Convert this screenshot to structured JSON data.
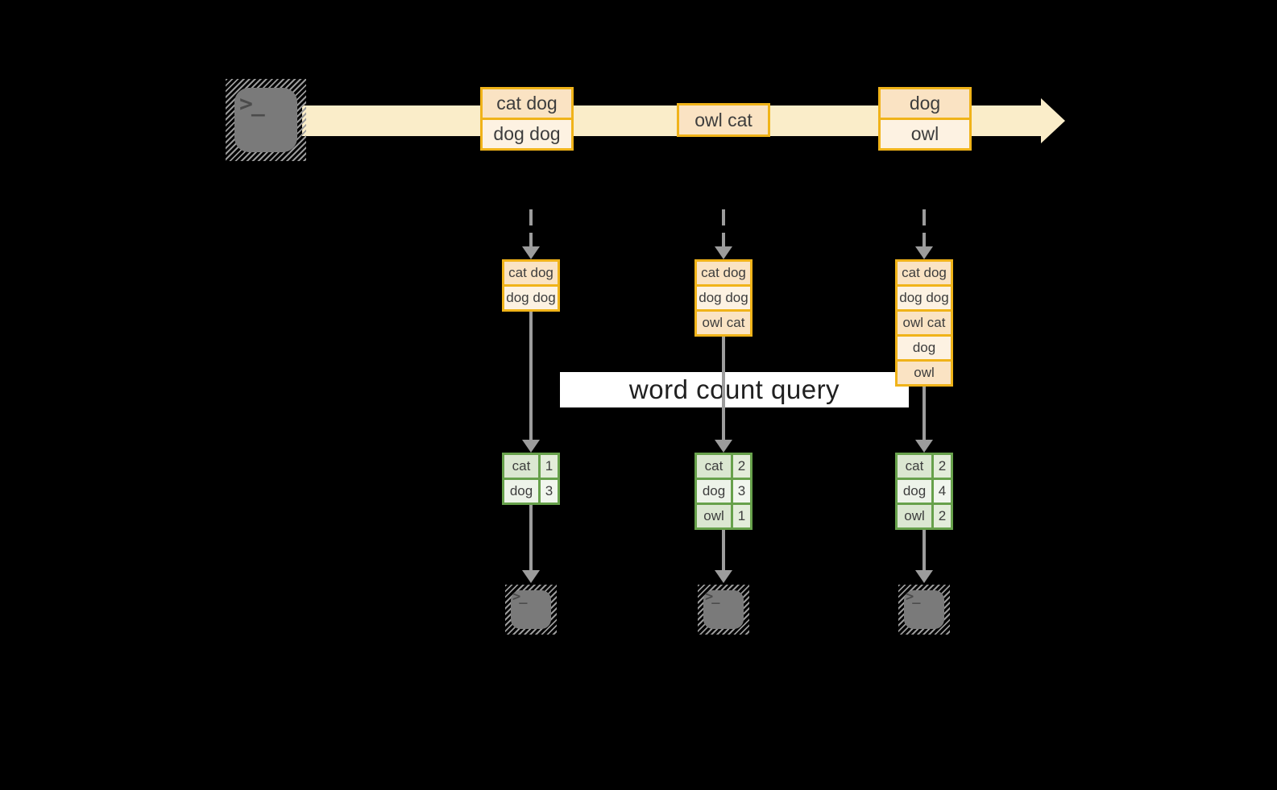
{
  "background": "#000000",
  "colors": {
    "stream_band": "#FAEDC9",
    "event_cell_peach": "#FAE3C3",
    "event_cell_cream": "#FDF2E2",
    "orange_border": "#F0B319",
    "green_border": "#67A14B",
    "count_cell_sage": "#DBE7D1",
    "count_cell_light": "#EDF3E9",
    "arrow_gray": "#9C9C9C",
    "terminal_gray": "#7A7A7A",
    "query_background": "#FFFFFF",
    "text_dark": "#3D3D3D"
  },
  "source_terminal": {
    "prompt": ">_"
  },
  "stream": {
    "events": [
      {
        "lines": [
          "cat dog",
          "dog dog"
        ]
      },
      {
        "lines": [
          "owl cat"
        ]
      },
      {
        "lines": [
          "dog",
          "owl"
        ]
      }
    ]
  },
  "query": {
    "label": "word count query"
  },
  "columns": [
    {
      "buffer": [
        "cat dog",
        "dog dog"
      ],
      "counts": [
        {
          "word": "cat",
          "count": "1"
        },
        {
          "word": "dog",
          "count": "3"
        }
      ],
      "sink_prompt": ">_"
    },
    {
      "buffer": [
        "cat dog",
        "dog dog",
        "owl cat"
      ],
      "counts": [
        {
          "word": "cat",
          "count": "2"
        },
        {
          "word": "dog",
          "count": "3"
        },
        {
          "word": "owl",
          "count": "1"
        }
      ],
      "sink_prompt": ">_"
    },
    {
      "buffer": [
        "cat dog",
        "dog dog",
        "owl cat",
        "dog",
        "owl"
      ],
      "counts": [
        {
          "word": "cat",
          "count": "2"
        },
        {
          "word": "dog",
          "count": "4"
        },
        {
          "word": "owl",
          "count": "2"
        }
      ],
      "sink_prompt": ">_"
    }
  ]
}
